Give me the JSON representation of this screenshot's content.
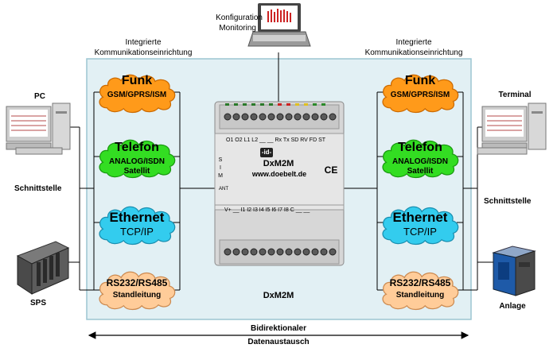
{
  "colors": {
    "panel": "#e2f0f4",
    "panel_border": "#9cc6d2",
    "funk": "#ff9a1a",
    "telefon": "#33dd22",
    "ethernet": "#33ccee",
    "rs": "#ffcc99",
    "device_body": "#d7d7d7"
  },
  "top": {
    "laptop_label_1": "Konfiguration",
    "laptop_label_2": "Monitoring",
    "left_header_1": "Integrierte",
    "left_header_2": "Kommunikationseinrichtung",
    "right_header_1": "Integrierte",
    "right_header_2": "Kommunikationseinrichtung"
  },
  "left_side": {
    "pc_label": "PC",
    "interface_label": "Schnittstelle",
    "sps_label": "SPS"
  },
  "right_side": {
    "terminal_label": "Terminal",
    "interface_label": "Schnittstelle",
    "anlage_label": "Anlage"
  },
  "clouds": {
    "funk": {
      "title": "Funk",
      "subtitle": "GSM/GPRS/ISM"
    },
    "telefon": {
      "title": "Telefon",
      "subtitle": "ANALOG/ISDN",
      "subtitle2": "Satellit"
    },
    "ethernet": {
      "title": "Ethernet",
      "subtitle": "TCP/IP"
    },
    "rs": {
      "title": "RS232/RS485",
      "subtitle": "Standleitung"
    }
  },
  "device": {
    "logo": "-id-",
    "name": "DxM2M",
    "url": "www.doebelt.de",
    "ce": "CE",
    "top_terminals": "O1 O2 L1 L2 __ __ Rx Tx SD RV FD ST",
    "bottom_terminals": "V+ __ I1 I2 I3 I4 I5 I6 I7 I8 C __ __",
    "side_s": "S",
    "side_i": "I",
    "side_m": "M",
    "side_ant": "ANT",
    "caption": "DxM2M"
  },
  "bottom": {
    "line1": "Bidirektionaler",
    "line2": "Datenaustausch"
  }
}
